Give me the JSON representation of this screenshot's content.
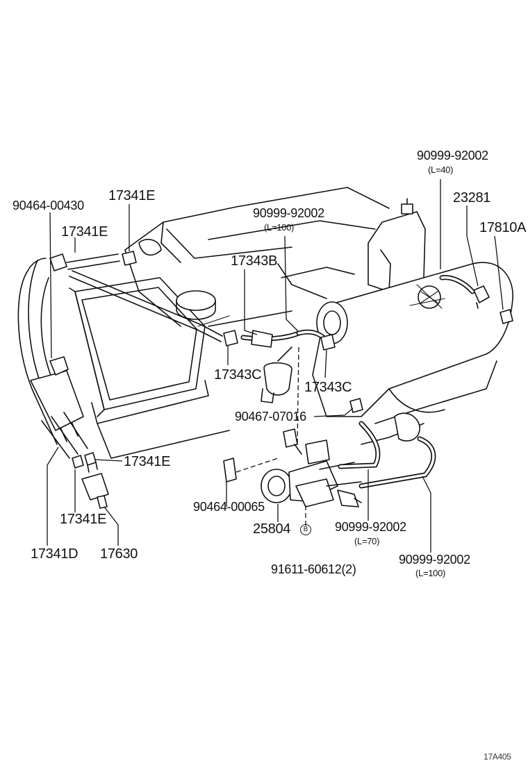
{
  "labels": {
    "l_90999_top": "90999-92002",
    "l_L40": "(L=40)",
    "l_23281": "23281",
    "l_17810A": "17810A",
    "l_90464_00430": "90464-00430",
    "l_17341E_top": "17341E",
    "l_17341E_left": "17341E",
    "l_90999_mid": "90999-92002",
    "l_L100_mid": "(L=100)",
    "l_17343B": "17343B",
    "l_17343C_left": "17343C",
    "l_17343C_right": "17343C",
    "l_90467": "90467-07016",
    "l_17341E_r1": "17341E",
    "l_17341E_r2": "17341E",
    "l_90464_00065": "90464-00065",
    "l_25804": "25804",
    "l_bolt_b": "B",
    "l_90999_L70": "90999-92002",
    "l_L70": "(L=70)",
    "l_17341D": "17341D",
    "l_17630": "17630",
    "l_91611": "91611-60612(2)",
    "l_90999_bot": "90999-92002",
    "l_L100_bot": "(L=100)",
    "l_ref": "17A405"
  }
}
